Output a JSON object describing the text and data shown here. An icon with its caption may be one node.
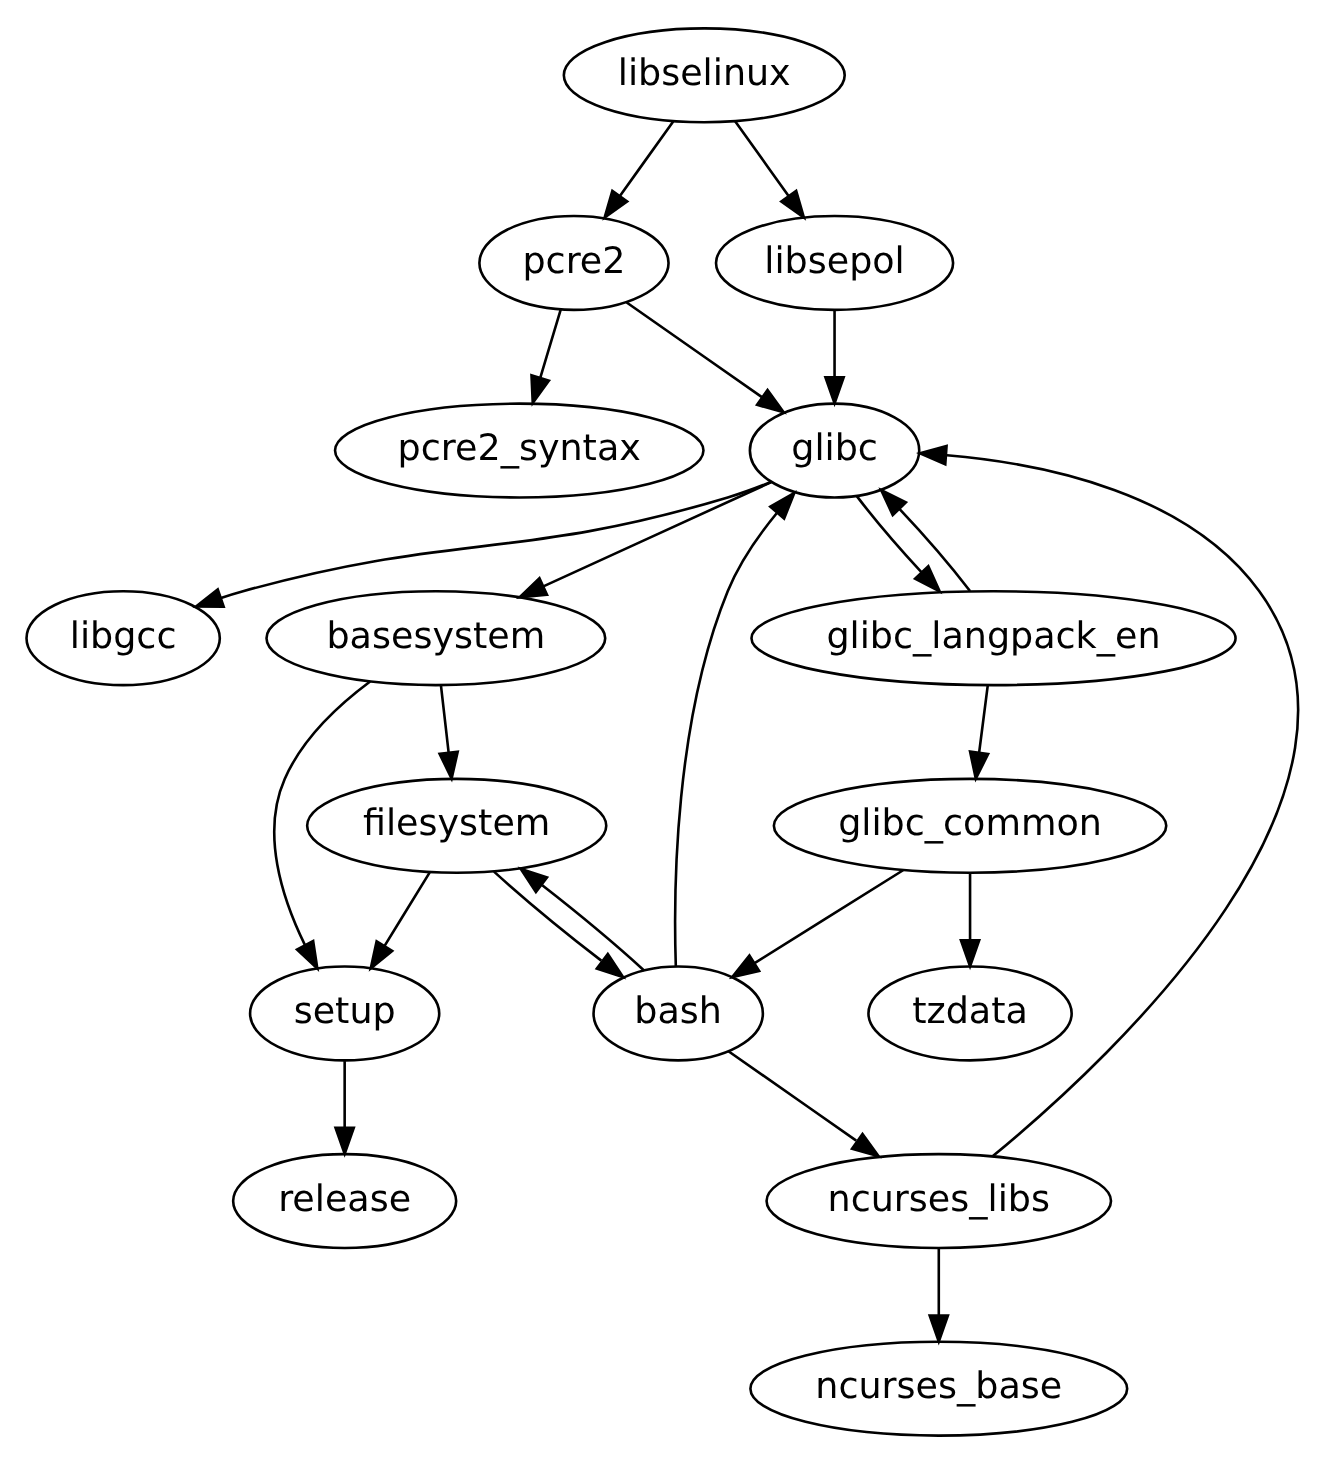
{
  "diagram": {
    "nodes": [
      {
        "text": [
          "libselinux"
        ]
      },
      {
        "text": [
          "pcre2"
        ]
      },
      {
        "text": [
          "libsepol"
        ]
      },
      {
        "text": [
          "pcre2_syntax"
        ]
      },
      {
        "text": [
          "glibc"
        ]
      },
      {
        "text": [
          "libgcc"
        ]
      },
      {
        "text": [
          "basesystem"
        ]
      },
      {
        "text": [
          "glibc_langpack_en"
        ]
      },
      {
        "text": [
          "filesystem"
        ]
      },
      {
        "text": [
          "glibc_common"
        ]
      },
      {
        "text": [
          "setup"
        ]
      },
      {
        "text": [
          "bash"
        ]
      },
      {
        "text": [
          "tzdata"
        ]
      },
      {
        "text": [
          "release"
        ]
      },
      {
        "text": [
          "ncurses_libs"
        ]
      },
      {
        "text": [
          "ncurses_base"
        ]
      }
    ],
    "edges": [
      {
        "from": 0,
        "to": 1,
        "arrow": "to"
      },
      {
        "from": 0,
        "to": 2,
        "arrow": "to"
      },
      {
        "from": 1,
        "to": 3,
        "arrow": "to"
      },
      {
        "from": 1,
        "to": 4,
        "arrow": "to"
      },
      {
        "from": 2,
        "to": 4,
        "arrow": "to"
      },
      {
        "from": 4,
        "to": 5,
        "arrow": "to"
      },
      {
        "from": 4,
        "to": 6,
        "arrow": "to"
      },
      {
        "from": 4,
        "to": 7,
        "arrow": "to"
      },
      {
        "from": 7,
        "to": 4,
        "arrow": "to"
      },
      {
        "from": 6,
        "to": 8,
        "arrow": "to"
      },
      {
        "from": 6,
        "to": 10,
        "arrow": "to"
      },
      {
        "from": 7,
        "to": 9,
        "arrow": "to"
      },
      {
        "from": 8,
        "to": 10,
        "arrow": "to"
      },
      {
        "from": 8,
        "to": 11,
        "arrow": "to"
      },
      {
        "from": 11,
        "to": 8,
        "arrow": "to"
      },
      {
        "from": 9,
        "to": 11,
        "arrow": "to"
      },
      {
        "from": 9,
        "to": 12,
        "arrow": "to"
      },
      {
        "from": 11,
        "to": 4,
        "arrow": "to"
      },
      {
        "from": 10,
        "to": 13,
        "arrow": "to"
      },
      {
        "from": 11,
        "to": 14,
        "arrow": "to"
      },
      {
        "from": 14,
        "to": 4,
        "arrow": "to"
      },
      {
        "from": 14,
        "to": 15,
        "arrow": "to"
      }
    ]
  }
}
